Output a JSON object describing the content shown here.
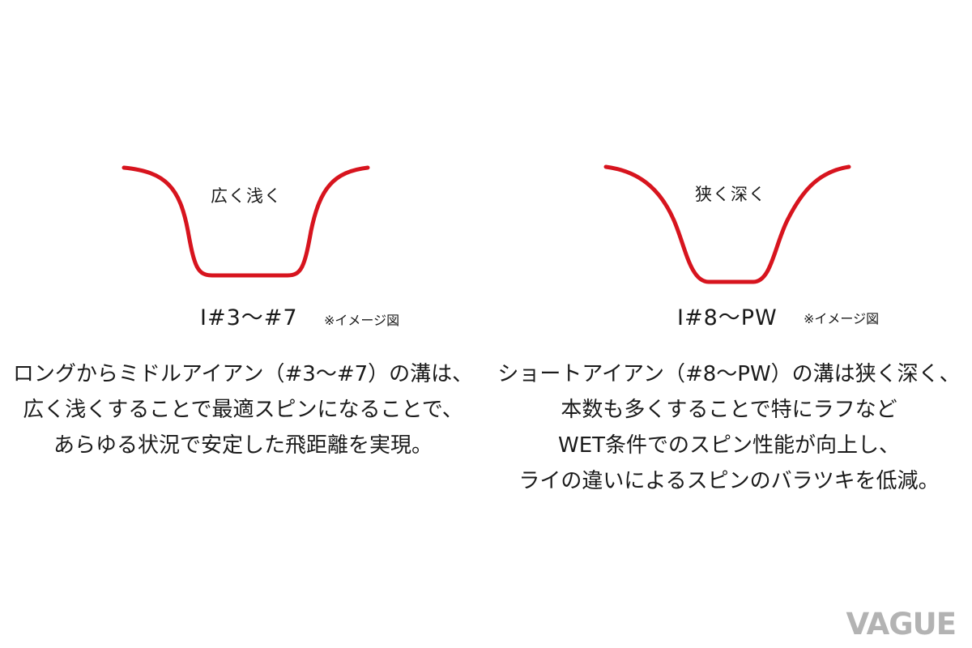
{
  "diagrams": [
    {
      "groove_label": "広く浅く",
      "club_label": "I#3〜#7",
      "note": "※イメージ図",
      "description_lines": [
        "ロングからミドルアイアン（#3〜#7）の溝は、",
        "広く浅くすることで最適スピンになることで、",
        "あらゆる状況で安定した飛距離を実現。"
      ]
    },
    {
      "groove_label": "狭く深く",
      "club_label": "I#8〜PW",
      "note": "※イメージ図",
      "description_lines": [
        "ショートアイアン（#8〜PW）の溝は狭く深く、",
        "本数も多くすることで特にラフなど",
        "WET条件でのスピン性能が向上し、",
        "ライの違いによるスピンのバラツキを低減。"
      ]
    }
  ],
  "colors": {
    "groove_line": "#d7141e",
    "text": "#1a1a1a",
    "logo": "#b3b3b3"
  },
  "logo": {
    "text": "VAGUE"
  }
}
